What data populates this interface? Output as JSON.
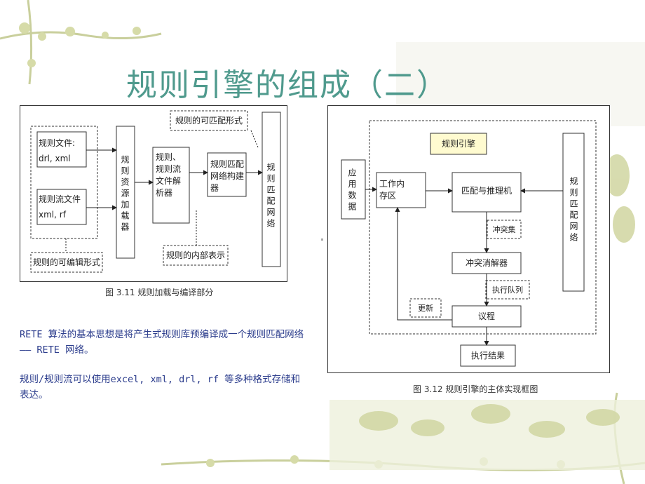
{
  "slide": {
    "title": "规则引擎的组成（二）"
  },
  "figure_311": {
    "caption": "图 3.11  规则加载与编译部分",
    "rule_file": {
      "label": "规则文件:",
      "formats": "drl, xml"
    },
    "rule_flow_file": {
      "label": "规则流文件",
      "formats": "xml, rf"
    },
    "editable_form": "规则的可编辑形式",
    "resource_loader": "规则资源加载器",
    "parser": "规则、规则流文件解析器",
    "network_builder": "规则匹配网络构建器",
    "matchable_form": "规则的可匹配形式",
    "internal_repr": "规则的内部表示",
    "match_network": "规则匹配网络"
  },
  "figure_312": {
    "caption": "图 3.12  规则引擎的主体实现框图",
    "engine": "规则引擎",
    "app_data": "应用数据",
    "working_memory": "工作内存区",
    "matcher": "匹配与推理机",
    "match_network": "规则匹配网络",
    "conflict_set": "冲突集",
    "conflict_resolver": "冲突消解器",
    "exec_queue": "执行队列",
    "update": "更新",
    "agenda": "议程",
    "result": "执行结果"
  },
  "text": {
    "para1": "RETE 算法的基本思想是将产生式规则库预编译成一个规则匹配网络 —— RETE 网络。",
    "para2": "规则/规则流可以使用excel, xml, drl, rf 等多种格式存储和表达。"
  },
  "colors": {
    "title": "#4f9a8d",
    "body_text": "#2b3c8c",
    "vine": "#c8cf9a"
  }
}
